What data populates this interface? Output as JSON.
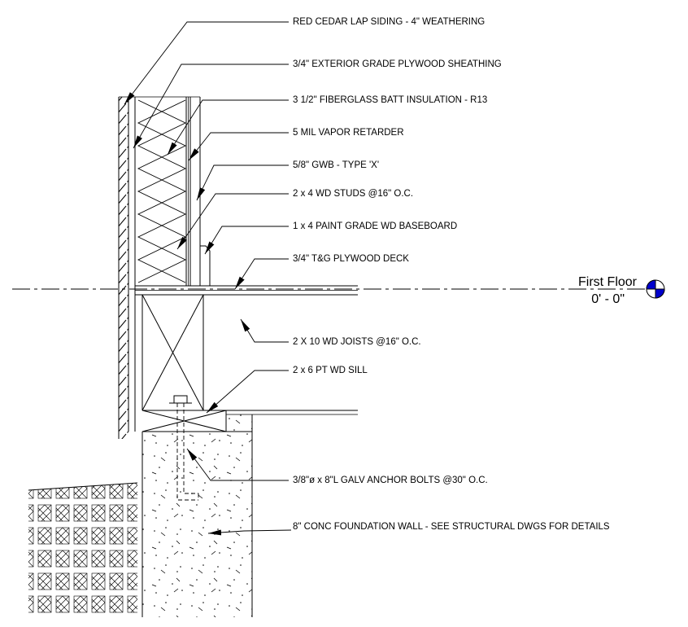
{
  "drawing": {
    "title": "wall-section-detail",
    "annotations": [
      {
        "id": "siding",
        "label": "RED CEDAR LAP SIDING - 4\" WEATHERING"
      },
      {
        "id": "sheathing",
        "label": "3/4\" EXTERIOR GRADE PLYWOOD SHEATHING"
      },
      {
        "id": "insulation",
        "label": "3 1/2\" FIBERGLASS BATT INSULATION - R13"
      },
      {
        "id": "vapor",
        "label": "5 MIL VAPOR RETARDER"
      },
      {
        "id": "gwb",
        "label": "5/8\" GWB - TYPE 'X'"
      },
      {
        "id": "studs",
        "label": "2 x 4 WD STUDS @16\" O.C."
      },
      {
        "id": "baseboard",
        "label": "1 x 4 PAINT GRADE WD BASEBOARD"
      },
      {
        "id": "deck",
        "label": "3/4\" T&G PLYWOOD DECK"
      },
      {
        "id": "joists",
        "label": "2 X 10 WD JOISTS @16\" O.C."
      },
      {
        "id": "sill",
        "label": "2 x 6 PT WD SILL"
      },
      {
        "id": "anchor_bolts",
        "label": "3/8\"ø x 8\"L GALV ANCHOR BOLTS @30\" O.C."
      },
      {
        "id": "foundation",
        "label": "8\" CONC FOUNDATION WALL - SEE STRUCTURAL DWGS FOR DETAILS"
      }
    ],
    "level_marker": {
      "label": "First Floor",
      "elevation": "0' - 0\""
    },
    "colors": {
      "level_marker_blue": "#0000cd",
      "line_black": "#000000"
    }
  }
}
